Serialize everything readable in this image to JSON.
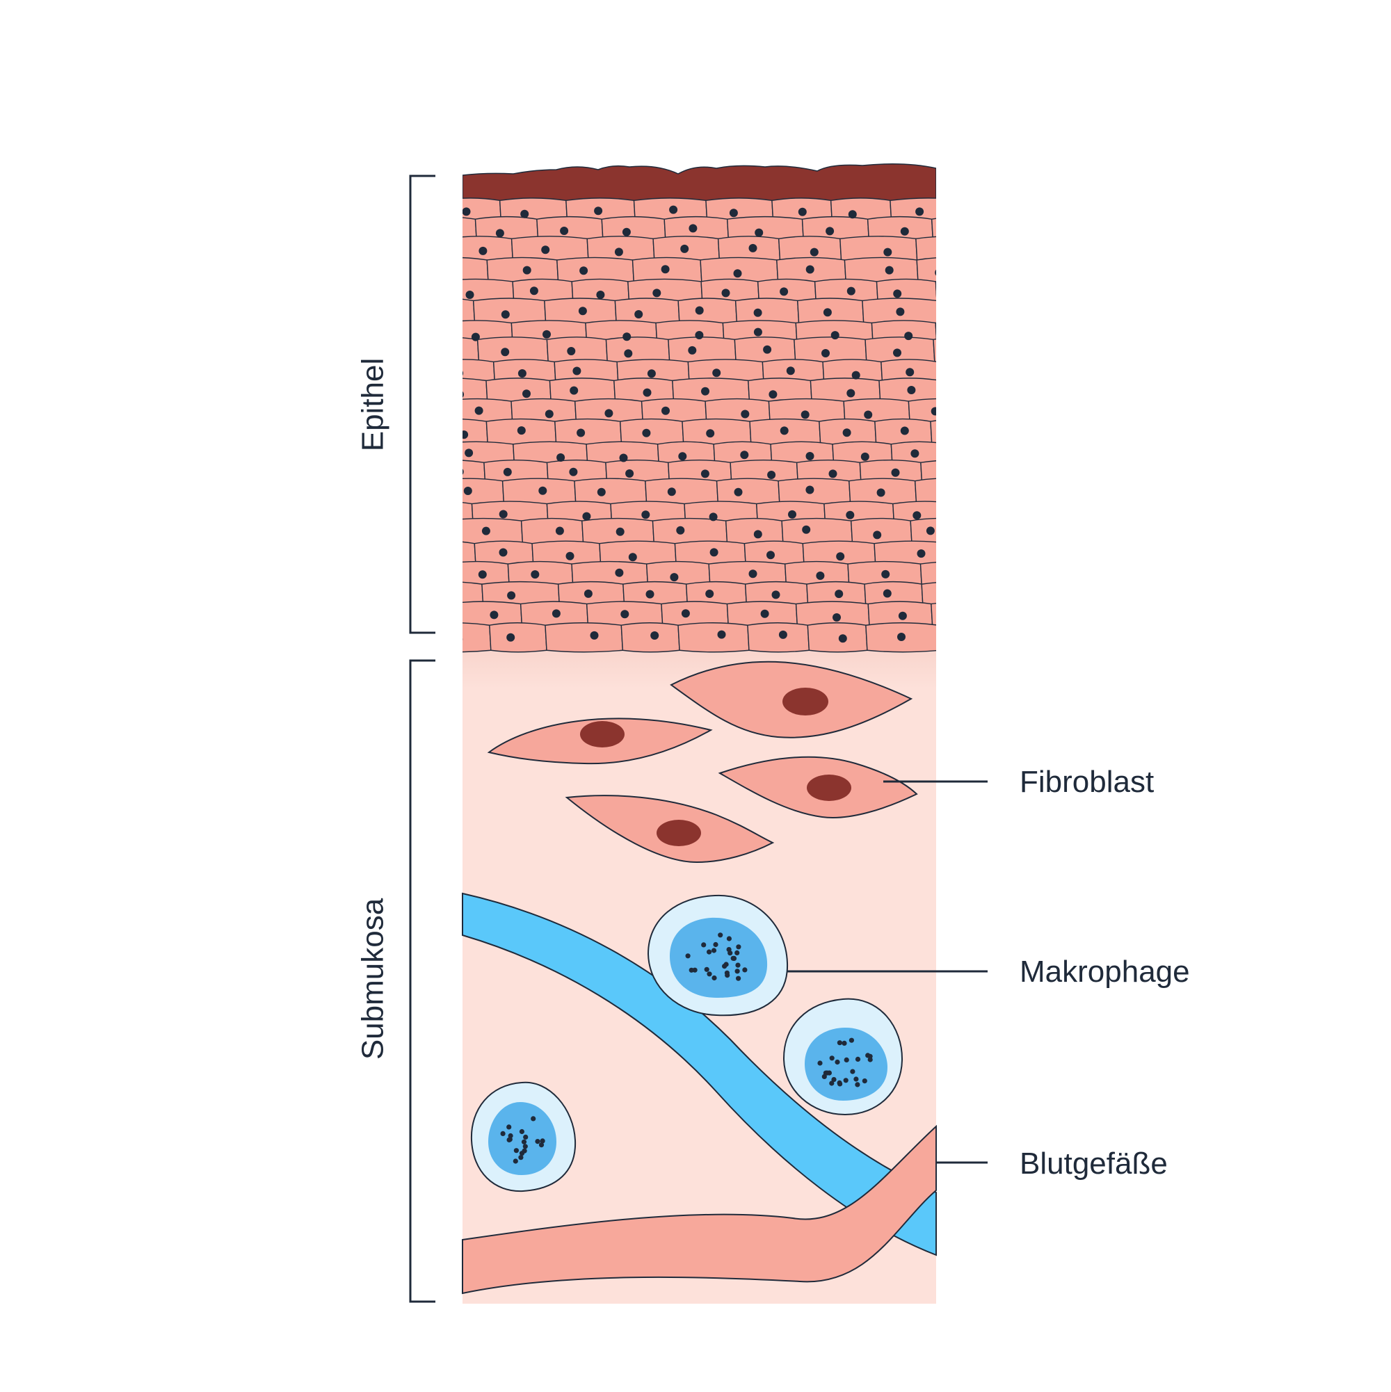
{
  "labels": {
    "epithel": "Epithel",
    "submukosa": "Submukosa",
    "fibroblast": "Fibroblast",
    "makrophage": "Makrophage",
    "blutgefaesse": "Blutgefäße"
  },
  "colors": {
    "top_layer": "#8b342e",
    "epithelial_cell": "#f7a89b",
    "submucosa": "#fde1da",
    "fibroblast": "#f6a79b",
    "fibroblast_nucleus": "#8b342e",
    "macrophage_outer": "#dcf1fc",
    "macrophage_inner": "#5ab4ec",
    "blue_vessel": "#5ac8fa",
    "red_vessel": "#f7a89b",
    "outline": "#1f2a3a"
  }
}
